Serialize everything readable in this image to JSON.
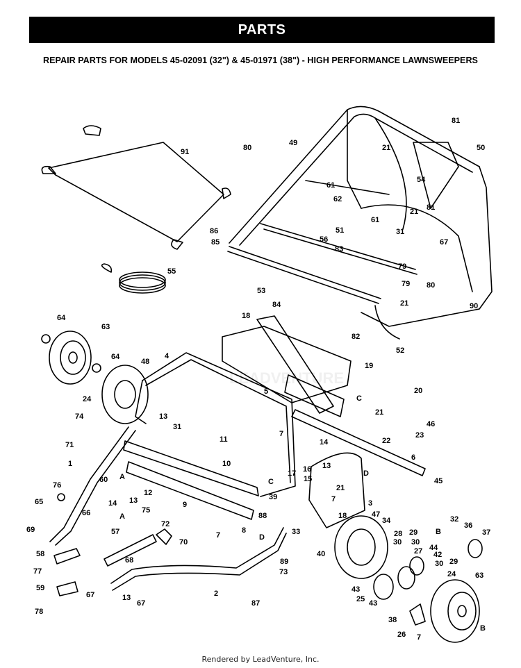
{
  "header": {
    "title": "PARTS",
    "subtitle": "REPAIR PARTS FOR MODELS 45-02091 (32\") & 45-01971 (38\") - HIGH PERFORMANCE LAWNSWEEPERS"
  },
  "footer": {
    "credit": "Rendered by LeadVenture, Inc."
  },
  "watermark": {
    "text": "LEADVENTURE"
  },
  "callouts": [
    {
      "label": "81"
    },
    {
      "label": "91"
    },
    {
      "label": "80"
    },
    {
      "label": "49"
    },
    {
      "label": "21"
    },
    {
      "label": "50"
    },
    {
      "label": "54"
    },
    {
      "label": "61"
    },
    {
      "label": "62"
    },
    {
      "label": "21"
    },
    {
      "label": "81"
    },
    {
      "label": "86"
    },
    {
      "label": "51"
    },
    {
      "label": "61"
    },
    {
      "label": "31"
    },
    {
      "label": "85"
    },
    {
      "label": "56"
    },
    {
      "label": "67"
    },
    {
      "label": "83"
    },
    {
      "label": "79"
    },
    {
      "label": "55"
    },
    {
      "label": "79"
    },
    {
      "label": "80"
    },
    {
      "label": "53"
    },
    {
      "label": "21"
    },
    {
      "label": "84"
    },
    {
      "label": "90"
    },
    {
      "label": "64"
    },
    {
      "label": "18"
    },
    {
      "label": "63"
    },
    {
      "label": "82"
    },
    {
      "label": "52"
    },
    {
      "label": "48"
    },
    {
      "label": "4"
    },
    {
      "label": "64"
    },
    {
      "label": "19"
    },
    {
      "label": "24"
    },
    {
      "label": "5"
    },
    {
      "label": "C"
    },
    {
      "label": "20"
    },
    {
      "label": "74"
    },
    {
      "label": "13"
    },
    {
      "label": "31"
    },
    {
      "label": "21"
    },
    {
      "label": "46"
    },
    {
      "label": "7"
    },
    {
      "label": "23"
    },
    {
      "label": "11"
    },
    {
      "label": "22"
    },
    {
      "label": "71"
    },
    {
      "label": "14"
    },
    {
      "label": "1"
    },
    {
      "label": "10"
    },
    {
      "label": "6"
    },
    {
      "label": "13"
    },
    {
      "label": "D"
    },
    {
      "label": "60"
    },
    {
      "label": "A"
    },
    {
      "label": "17"
    },
    {
      "label": "16"
    },
    {
      "label": "C"
    },
    {
      "label": "15"
    },
    {
      "label": "45"
    },
    {
      "label": "76"
    },
    {
      "label": "12"
    },
    {
      "label": "14"
    },
    {
      "label": "13"
    },
    {
      "label": "21"
    },
    {
      "label": "9"
    },
    {
      "label": "7"
    },
    {
      "label": "3"
    },
    {
      "label": "65"
    },
    {
      "label": "39"
    },
    {
      "label": "66"
    },
    {
      "label": "A"
    },
    {
      "label": "75"
    },
    {
      "label": "88"
    },
    {
      "label": "18"
    },
    {
      "label": "47"
    },
    {
      "label": "34"
    },
    {
      "label": "69"
    },
    {
      "label": "72"
    },
    {
      "label": "8"
    },
    {
      "label": "32"
    },
    {
      "label": "36"
    },
    {
      "label": "57"
    },
    {
      "label": "70"
    },
    {
      "label": "7"
    },
    {
      "label": "33"
    },
    {
      "label": "28"
    },
    {
      "label": "29"
    },
    {
      "label": "B"
    },
    {
      "label": "37"
    },
    {
      "label": "30"
    },
    {
      "label": "30"
    },
    {
      "label": "58"
    },
    {
      "label": "D"
    },
    {
      "label": "44"
    },
    {
      "label": "27"
    },
    {
      "label": "40"
    },
    {
      "label": "89"
    },
    {
      "label": "42"
    },
    {
      "label": "68"
    },
    {
      "label": "77"
    },
    {
      "label": "29"
    },
    {
      "label": "73"
    },
    {
      "label": "30"
    },
    {
      "label": "24"
    },
    {
      "label": "59"
    },
    {
      "label": "63"
    },
    {
      "label": "2"
    },
    {
      "label": "43"
    },
    {
      "label": "67"
    },
    {
      "label": "13"
    },
    {
      "label": "67"
    },
    {
      "label": "25"
    },
    {
      "label": "43"
    },
    {
      "label": "87"
    },
    {
      "label": "78"
    },
    {
      "label": "38"
    },
    {
      "label": "B"
    },
    {
      "label": "26"
    },
    {
      "label": "7"
    }
  ]
}
